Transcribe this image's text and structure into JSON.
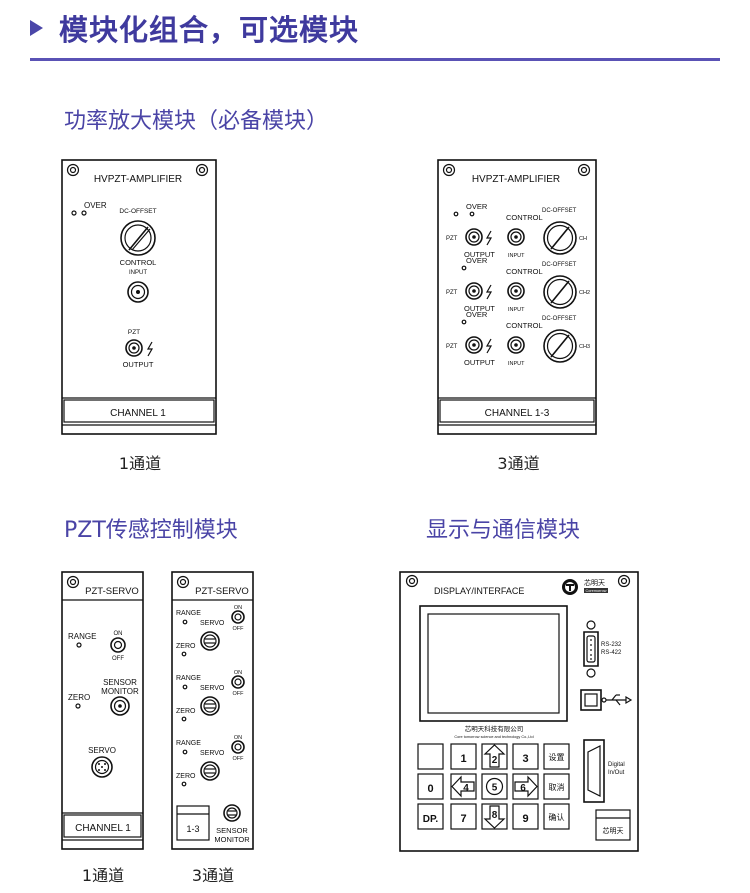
{
  "header": {
    "title": "模块化组合，可选模块"
  },
  "sections": {
    "amp": "功率放大模块（必备模块）",
    "pzt": "PZT传感控制模块",
    "disp": "显示与通信模块"
  },
  "amp1": {
    "title": "HVPZT-AMPLIFIER",
    "over": "OVER",
    "dc_offset": "DC-OFFSET",
    "control": "CONTROL",
    "input": "INPUT",
    "pzt": "PZT",
    "output": "OUTPUT",
    "channel": "CHANNEL  1",
    "caption": "1通道"
  },
  "amp3": {
    "title": "HVPZT-AMPLIFIER",
    "over": "OVER",
    "dc_offset": "DC-OFFSET",
    "control": "CONTROL",
    "input": "INPUT",
    "pzt": "PZT",
    "output": "OUTPUT",
    "ch1": "CH",
    "ch2": "CH2",
    "ch3": "CH3",
    "channel": "CHANNEL  1-3",
    "caption": "3通道"
  },
  "servo1": {
    "title": "PZT-SERVO",
    "range": "RANGE",
    "on": "ON",
    "off": "OFF",
    "zero": "ZERO",
    "sensor": "SENSOR",
    "monitor": "MONITOR",
    "servo": "SERVO",
    "channel": "CHANNEL 1",
    "caption": "1通道"
  },
  "servo3": {
    "title": "PZT-SERVO",
    "range": "RANGE",
    "servo": "SERVO",
    "on": "ON",
    "off": "OFF",
    "zero": "ZERO",
    "box": "1-3",
    "sensor": "SENSOR",
    "monitor": "MONITOR",
    "caption": "3通道"
  },
  "display": {
    "title": "DISPLAY/INTERFACE",
    "brand": "芯明天",
    "brand_tag": "Coremorrow",
    "rs232": "RS-232",
    "rs422": "RS-422",
    "company": "芯明天科技有限公司",
    "company_en": "Core tomorrow science and technology Co.,Ltd",
    "digital": "Digital",
    "inout": "In/Out",
    "keys": {
      "k1": "1",
      "k2": "2",
      "k3": "3",
      "k0": "0",
      "k4": "4",
      "k5": "5",
      "k6": "6",
      "kdp": "DP.",
      "k7": "7",
      "k8": "8",
      "k9": "9",
      "set": "设置",
      "cancel": "取消",
      "ok": "确认"
    },
    "logo_box": "芯明天"
  }
}
